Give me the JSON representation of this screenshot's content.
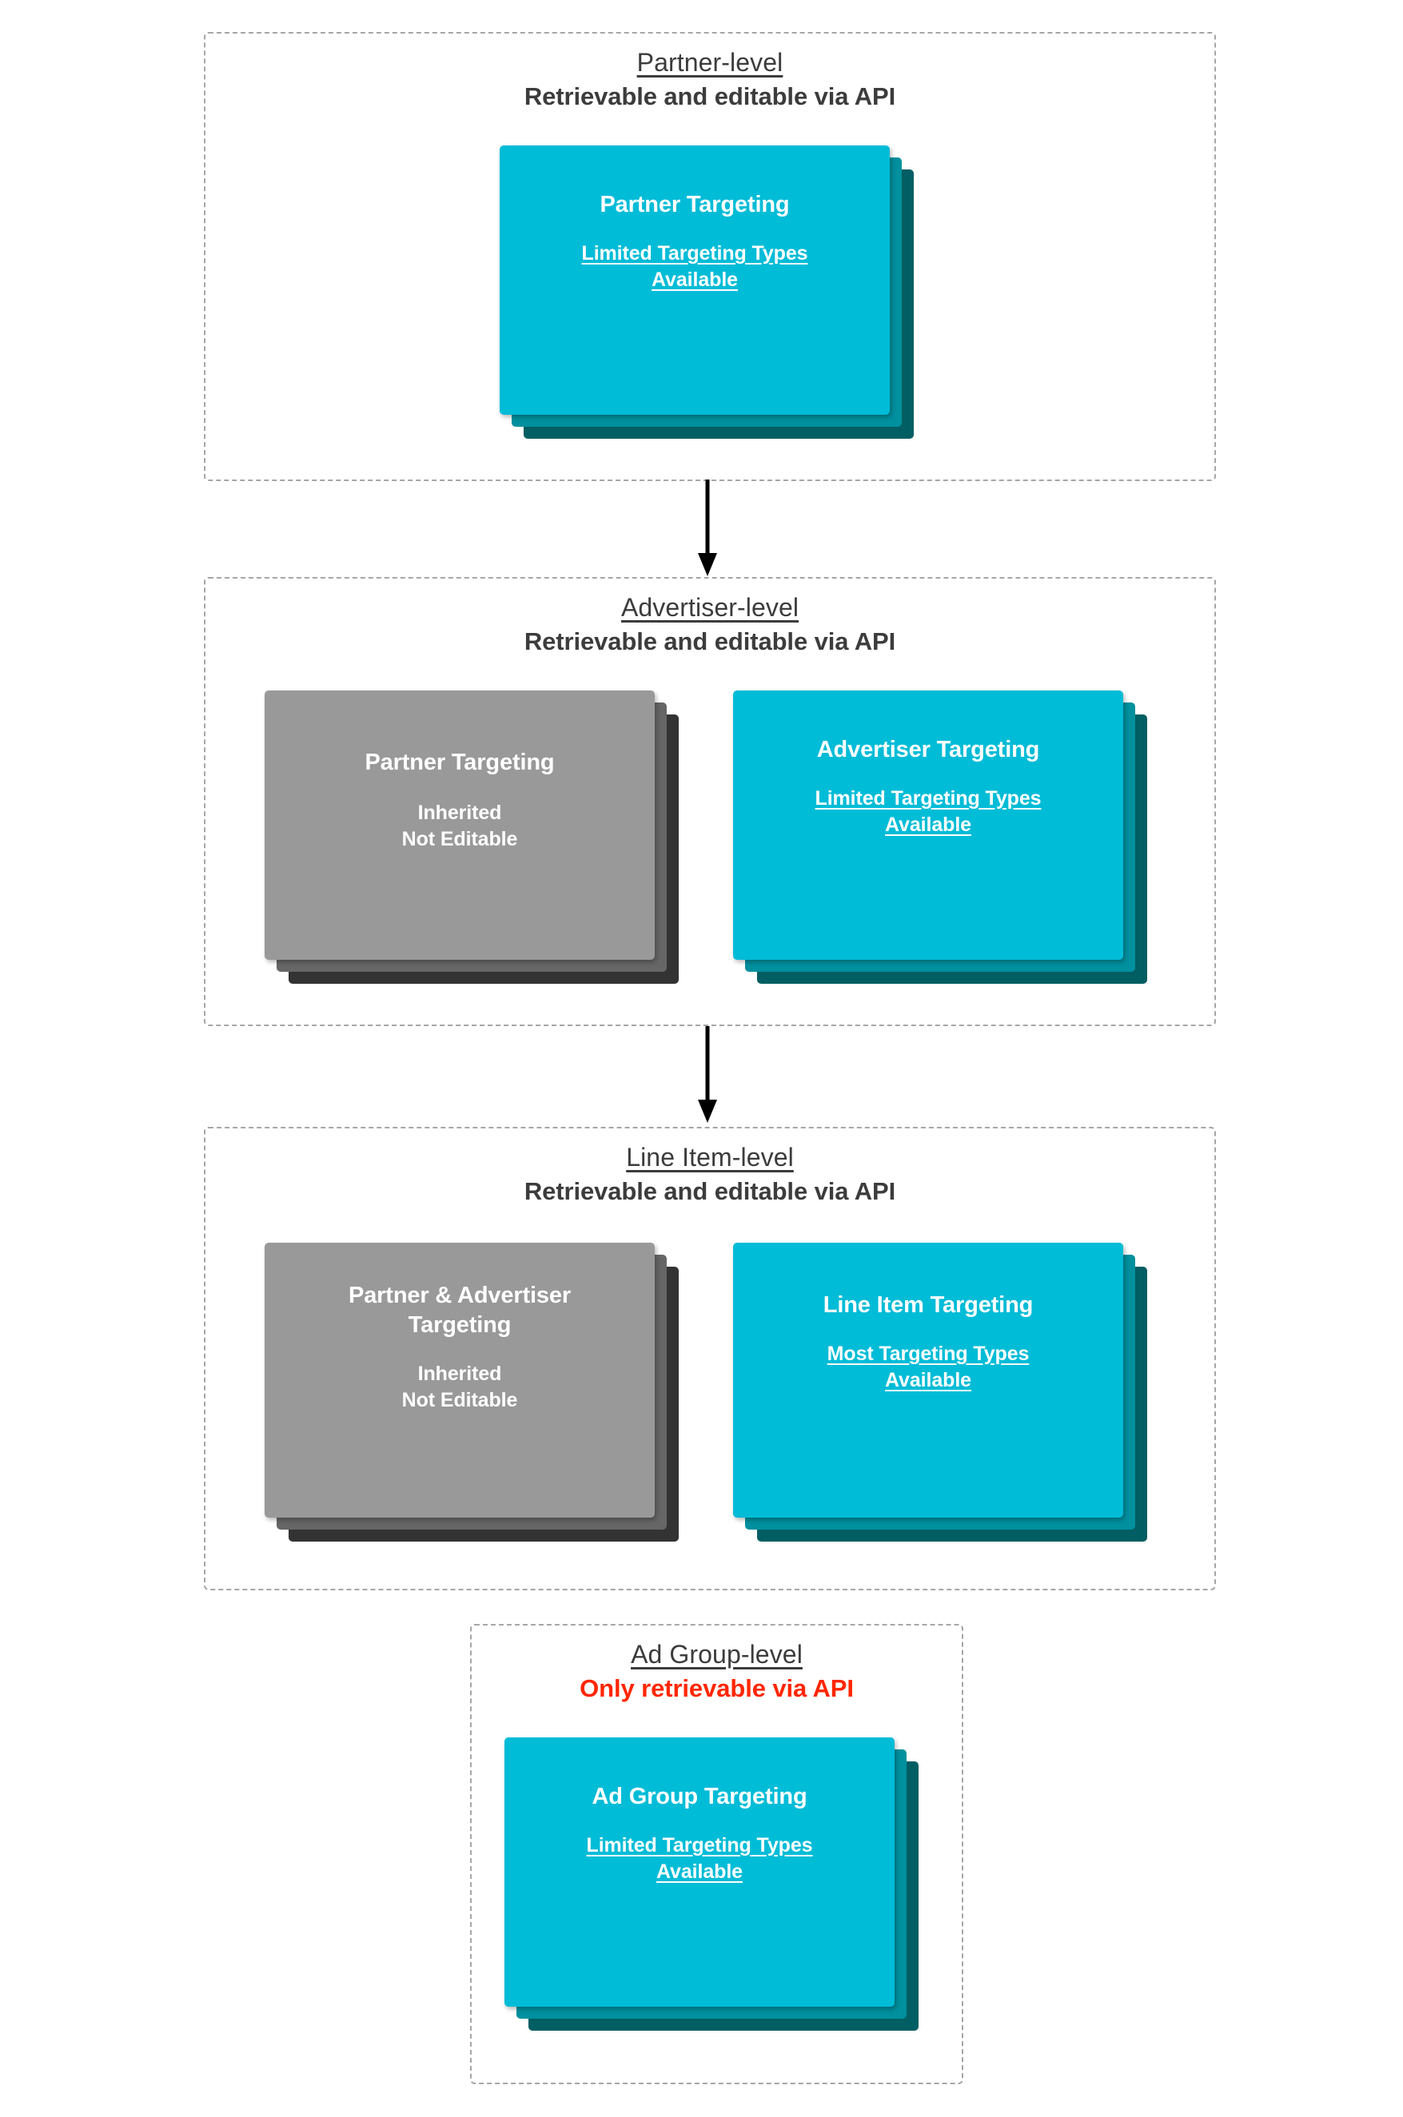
{
  "diagram": {
    "type": "hierarchy-flow",
    "background": "#ffffff",
    "accent_cyan": "#00bcd7",
    "accent_gray": "#999999",
    "alert_red": "#ff2600",
    "heading_color": "#3c3c3c"
  },
  "levels": [
    {
      "id": "partner-level",
      "title": "Partner-level",
      "subtitle": "Retrievable and editable via API",
      "subtitle_alert": false,
      "cards": [
        {
          "id": "partner-targeting",
          "color": "cyan",
          "title": "Partner Targeting",
          "note": "Limited Targeting Types Available",
          "note_underlined": true
        }
      ]
    },
    {
      "id": "advertiser-level",
      "title": "Advertiser-level",
      "subtitle": "Retrievable and editable via API",
      "subtitle_alert": false,
      "cards": [
        {
          "id": "partner-targeting-inherited",
          "color": "gray",
          "title": "Partner Targeting",
          "note": "Inherited\nNot Editable",
          "note_underlined": false
        },
        {
          "id": "advertiser-targeting",
          "color": "cyan",
          "title": "Advertiser Targeting",
          "note": "Limited Targeting Types Available",
          "note_underlined": true
        }
      ]
    },
    {
      "id": "line-item-level",
      "title": "Line Item-level",
      "subtitle": "Retrievable and editable via API",
      "subtitle_alert": false,
      "cards": [
        {
          "id": "partner-advertiser-targeting-inherited",
          "color": "gray",
          "title": "Partner & Advertiser Targeting",
          "note": "Inherited\nNot Editable",
          "note_underlined": false
        },
        {
          "id": "line-item-targeting",
          "color": "cyan",
          "title": "Line Item Targeting",
          "note": "Most Targeting Types Available",
          "note_underlined": true
        }
      ]
    },
    {
      "id": "ad-group-level",
      "title": "Ad Group-level",
      "subtitle": "Only retrievable via API",
      "subtitle_alert": true,
      "cards": [
        {
          "id": "ad-group-targeting",
          "color": "cyan",
          "title": "Ad Group Targeting",
          "note": "Limited Targeting Types Available",
          "note_underlined": true
        }
      ]
    }
  ],
  "connectors": [
    {
      "id": "arrow-partner-to-advertiser",
      "from": "partner-level",
      "to": "advertiser-level"
    },
    {
      "id": "arrow-advertiser-to-line-item",
      "from": "advertiser-level",
      "to": "line-item-level"
    }
  ]
}
